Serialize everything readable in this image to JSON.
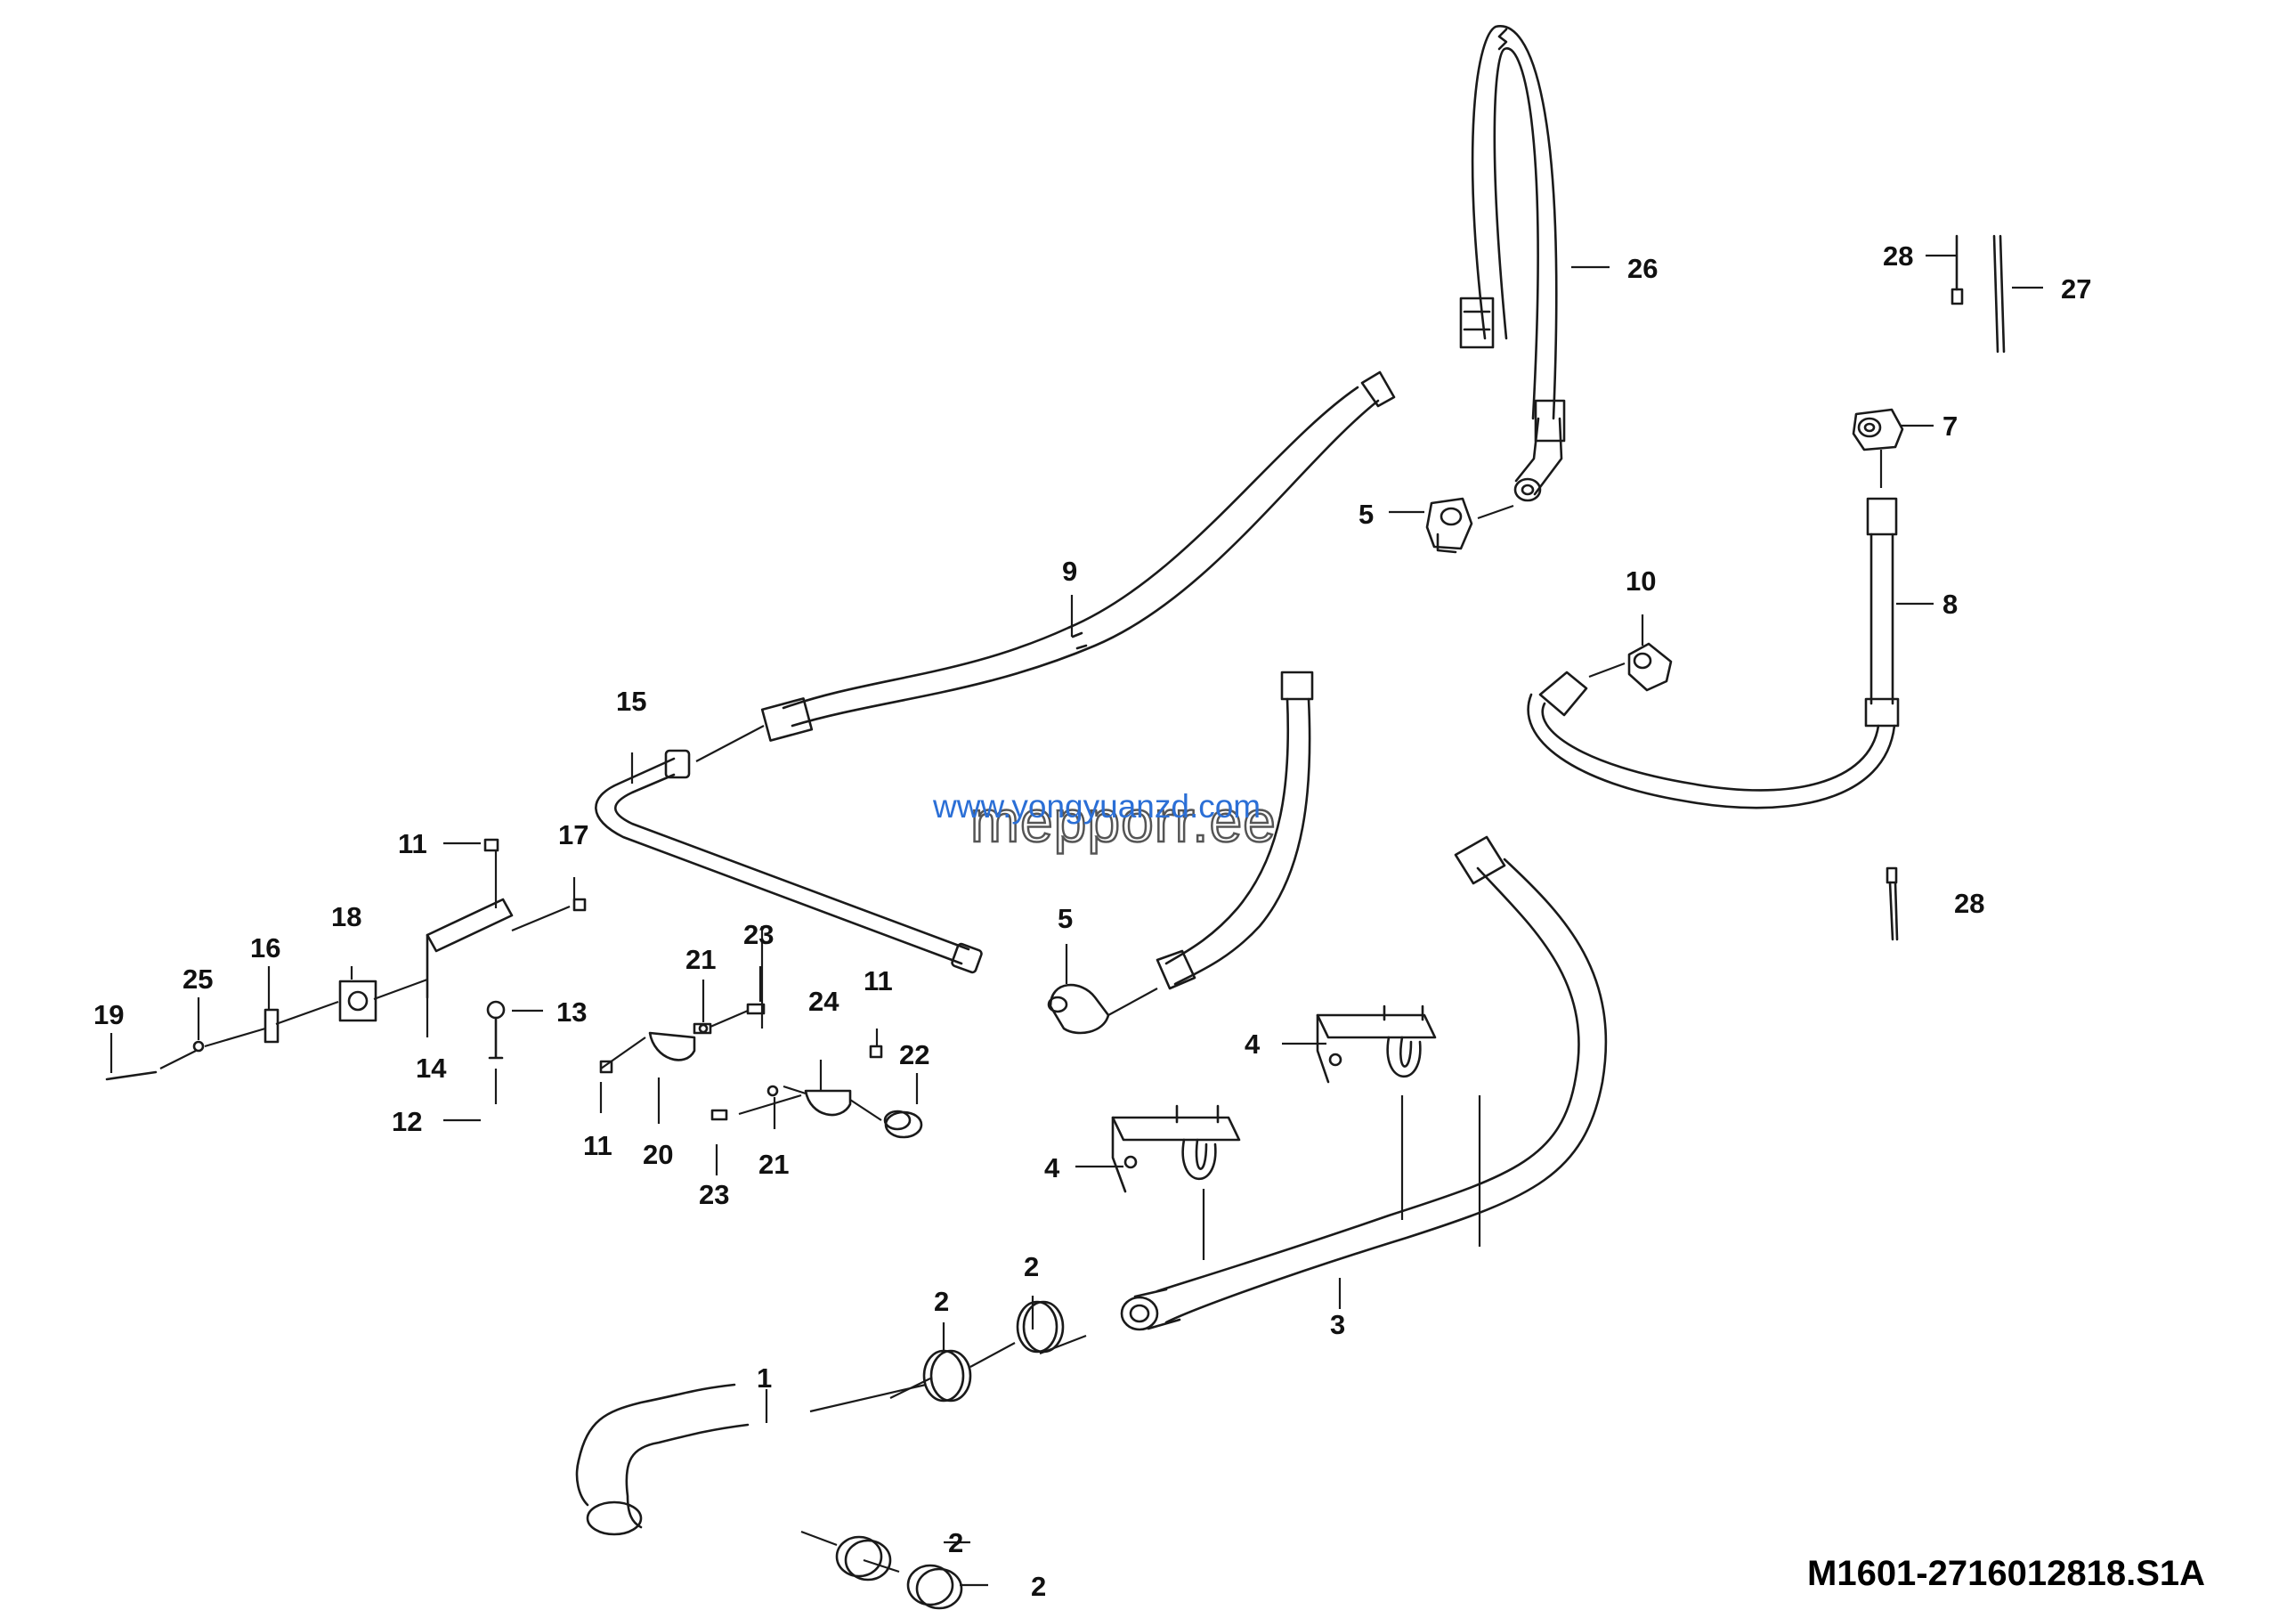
{
  "diagram": {
    "reference_code": "M1601-2716012818.S1A",
    "watermark": {
      "url": "www.yongyuanzd.com",
      "brand": "mepporr.ee"
    },
    "callouts": {
      "c1": "1",
      "c2a": "2",
      "c2b": "2",
      "c2c": "2",
      "c2d": "2",
      "c3": "3",
      "c4a": "4",
      "c4b": "4",
      "c5a": "5",
      "c5b": "5",
      "c7": "7",
      "c8": "8",
      "c9": "9",
      "c10": "10",
      "c11a": "11",
      "c11b": "11",
      "c11c": "11",
      "c12": "12",
      "c13": "13",
      "c14": "14",
      "c15": "15",
      "c16": "16",
      "c17": "17",
      "c18": "18",
      "c19": "19",
      "c20": "20",
      "c21a": "21",
      "c21b": "21",
      "c22": "22",
      "c23a": "23",
      "c23b": "23",
      "c24": "24",
      "c25": "25",
      "c26": "26",
      "c27": "27",
      "c28a": "28",
      "c28b": "28"
    }
  }
}
